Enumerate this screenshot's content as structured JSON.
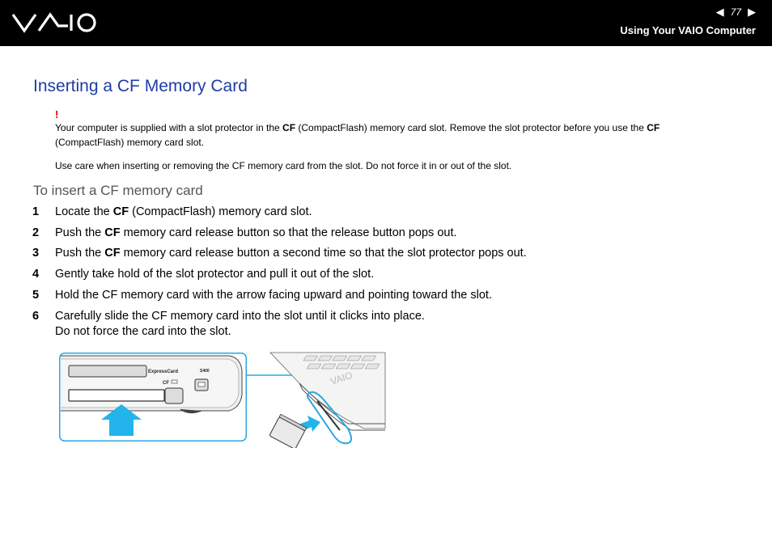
{
  "header": {
    "page_number": "77",
    "section": "Using Your VAIO Computer",
    "logo_text": "VAIO"
  },
  "title": "Inserting a CF Memory Card",
  "notes": {
    "mark": "!",
    "note1": [
      "Your computer is supplied with a slot protector in the ",
      "CF",
      " (CompactFlash) memory card slot. Remove the slot protector before you use the ",
      "CF",
      " (CompactFlash) memory card slot."
    ],
    "note2": "Use care when inserting or removing the CF memory card from the slot. Do not force it in or out of the slot."
  },
  "subtitle": "To insert a CF memory card",
  "steps": [
    {
      "num": "1",
      "pre": "Locate the ",
      "bold": "CF",
      "post": " (CompactFlash) memory card slot.",
      "line2": ""
    },
    {
      "num": "2",
      "pre": "Push the ",
      "bold": "CF",
      "post": " memory card release button so that the release button pops out.",
      "line2": ""
    },
    {
      "num": "3",
      "pre": "Push the ",
      "bold": "CF",
      "post": " memory card release button a second time so that the slot protector pops out.",
      "line2": ""
    },
    {
      "num": "4",
      "pre": "Gently take hold of the slot protector and pull it out of the slot.",
      "bold": "",
      "post": "",
      "line2": ""
    },
    {
      "num": "5",
      "pre": "Hold the CF memory card with the arrow facing upward and pointing toward the slot.",
      "bold": "",
      "post": "",
      "line2": ""
    },
    {
      "num": "6",
      "pre": "Carefully slide the CF memory card into the slot until it clicks into place.",
      "bold": "",
      "post": "",
      "line2": "Do not force the card into the slot."
    }
  ],
  "figure": {
    "label_expresscard": "ExpressCard",
    "label_cf": "CF",
    "label_port": "S400",
    "outline_color": "#2aa7e0",
    "arrow_color": "#22b4ea"
  }
}
